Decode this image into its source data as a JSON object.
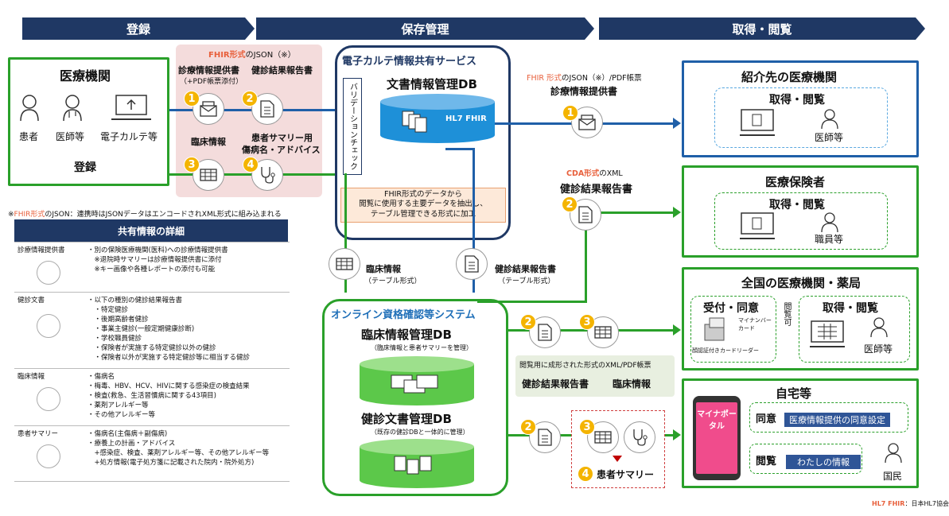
{
  "headers": [
    "登録",
    "保存管理",
    "取得・閲覧"
  ],
  "left": {
    "title": "医療機関",
    "roles": [
      "患者",
      "医師等",
      "電子カルテ等"
    ],
    "footer": "登録"
  },
  "register": {
    "fhir_brand": "FHIR形式",
    "fhir_json": "のJSON（※）",
    "doc1": "診療情報提供書",
    "doc1_sub": "（+PDF帳票添付）",
    "doc2": "健診結果報告書",
    "doc3": "臨床情報",
    "doc4": "患者サマリー用",
    "doc4b": "傷病名・アドバイス"
  },
  "note": {
    "prefix": "※",
    "brand": "FHIR形式",
    "text": "のJSON：連携時はJSONデータはエンコードされXML形式に組み込まれる"
  },
  "service": {
    "title": "電子カルテ情報共有サービス",
    "db": "文書情報管理DB",
    "validation": "バリデーションチェック",
    "hl7": "HL7 FHIR",
    "extract": "FHIR形式のデータから\n閲覧に使用する主要データを抽出し、\nテーブル管理できる形式に加工"
  },
  "table_labels": {
    "clinical": "臨床情報",
    "clinical_sub": "（テーブル形式）",
    "checkup": "健診結果報告書",
    "checkup_sub": "（テーブル形式）"
  },
  "online": {
    "title": "オンライン資格確認等システム",
    "db1": "臨床情報管理DB",
    "db1_sub": "（臨床情報と患者サマリーを管理）",
    "db2": "健診文書管理DB",
    "db2_sub": "（既存の健診DBと一体的に管理）"
  },
  "mid": {
    "fhir_label": "FHIR 形式",
    "fhir_rest": "のJSON（※）/PDF帳票",
    "doc_ref": "診療情報提供書",
    "cda": "CDA形式",
    "cda_rest": "のXML",
    "checkup": "健診結果報告書",
    "pdf_note": "閲覧用に成形された形式のXML/PDF帳票",
    "ck2": "健診結果報告書",
    "cl2": "臨床情報",
    "summary": "患者サマリー"
  },
  "right": {
    "r1_title": "紹介先の医療機関",
    "r1_sub": "取得・閲覧",
    "r1_role": "医師等",
    "r2_title": "医療保険者",
    "r2_sub": "取得・閲覧",
    "r2_role": "職員等",
    "r3_title": "全国の医療機関・薬局",
    "r3_a": "受付・同意",
    "r3_card": "マイナンバーカード",
    "r3_reader": "顔認証付きカードリーダー",
    "r3_flow": "閲覧可",
    "r3_b": "取得・閲覧",
    "r3_role": "医師等",
    "r4_title": "自宅等",
    "r4_app": "マイナポータル",
    "r4_consent": "同意",
    "r4_consent_btn": "医療情報提供の同意設定",
    "r4_view": "閲覧",
    "r4_view_btn": "わたしの情報",
    "r4_role": "国民"
  },
  "detail": {
    "title": "共有情報の詳細",
    "rows": [
      {
        "name": "診療情報提供書",
        "lines": [
          "・別の保険医療機関(医科)への診療情報提供書",
          "　※退院時サマリーは診療情報提供書に添付",
          "　※キー画像や各種レポートの添付も可能"
        ]
      },
      {
        "name": "健診文書",
        "lines": [
          "・以下の種別の健診結果報告書",
          "　・特定健診",
          "　・後期高齢者健診",
          "　・事業主健診(一般定期健康診断)",
          "　・学校職員健診",
          "　・保険者が実施する特定健診以外の健診",
          "　・保険者以外が実施する特定健診等に相当する健診"
        ]
      },
      {
        "name": "臨床情報",
        "lines": [
          "・傷病名",
          "・梅毒、HBV、HCV、HIVに関する感染症の検査結果",
          "・検査(救急、生活習慣病に関する43項目)",
          "・薬剤アレルギー等",
          "・その他アレルギー等"
        ]
      },
      {
        "name": "患者サマリー",
        "lines": [
          "・傷病名(主傷病＋副傷病)",
          "・療養上の計画・アドバイス",
          "　+感染症、検査、薬剤アレルギー等、その他アレルギー等",
          "　+処方情報(電子処方箋に記載された院内・院外処方)"
        ]
      }
    ]
  },
  "footer": {
    "brand": "HL7 FHIR",
    "org": "：日本HL7協会"
  },
  "colors": {
    "navy": "#1f3864",
    "blue": "#1f5fa8",
    "green": "#2aa02a",
    "pink": "#f4dcdc",
    "orange": "#f4b400"
  }
}
